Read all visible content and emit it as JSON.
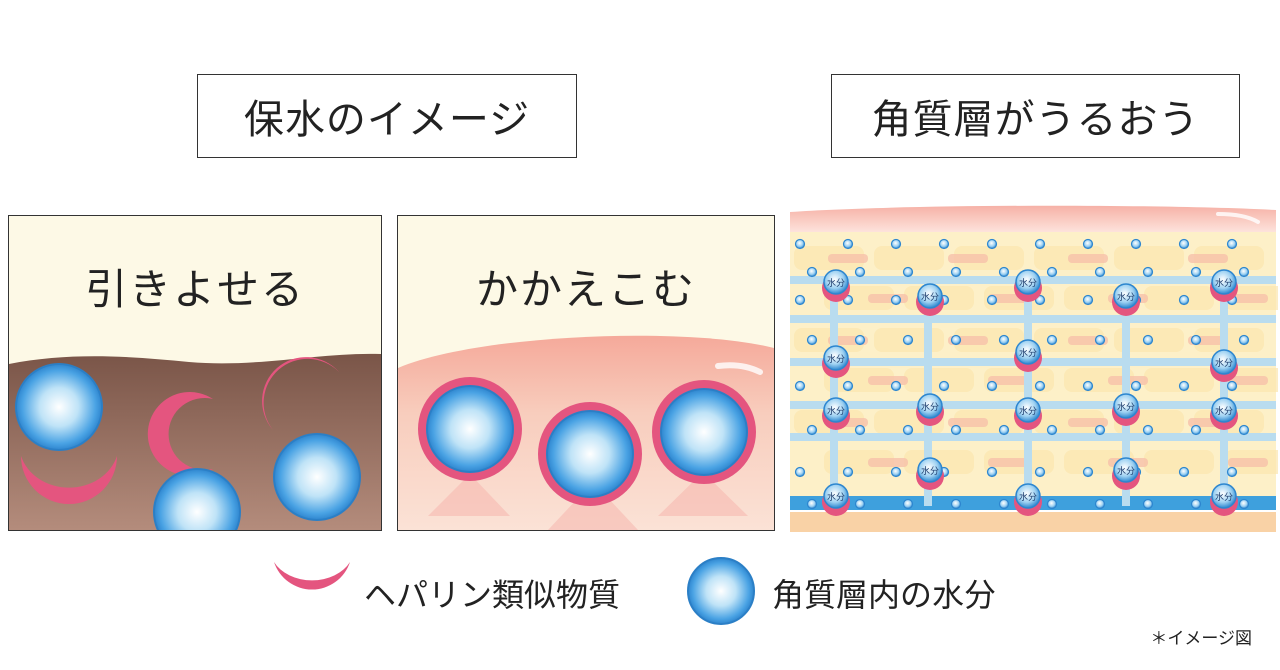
{
  "titles": {
    "moisture_image": "保水のイメージ",
    "stratum_moist": "角質層がうるおう"
  },
  "panels": {
    "draw_in": "引きよせる",
    "enclose": "かかえこむ"
  },
  "diagram": {
    "water_badge": "水分"
  },
  "legend": {
    "heparin": "ヘパリン類似物質",
    "water": "角質層内の水分"
  },
  "note": "＊イメージ図",
  "colors": {
    "pink": "#e4557f",
    "blue": "#3b9be0",
    "cream": "#fdf9e6",
    "brown": "#a97f6e",
    "peach": "#f6c9b6"
  }
}
